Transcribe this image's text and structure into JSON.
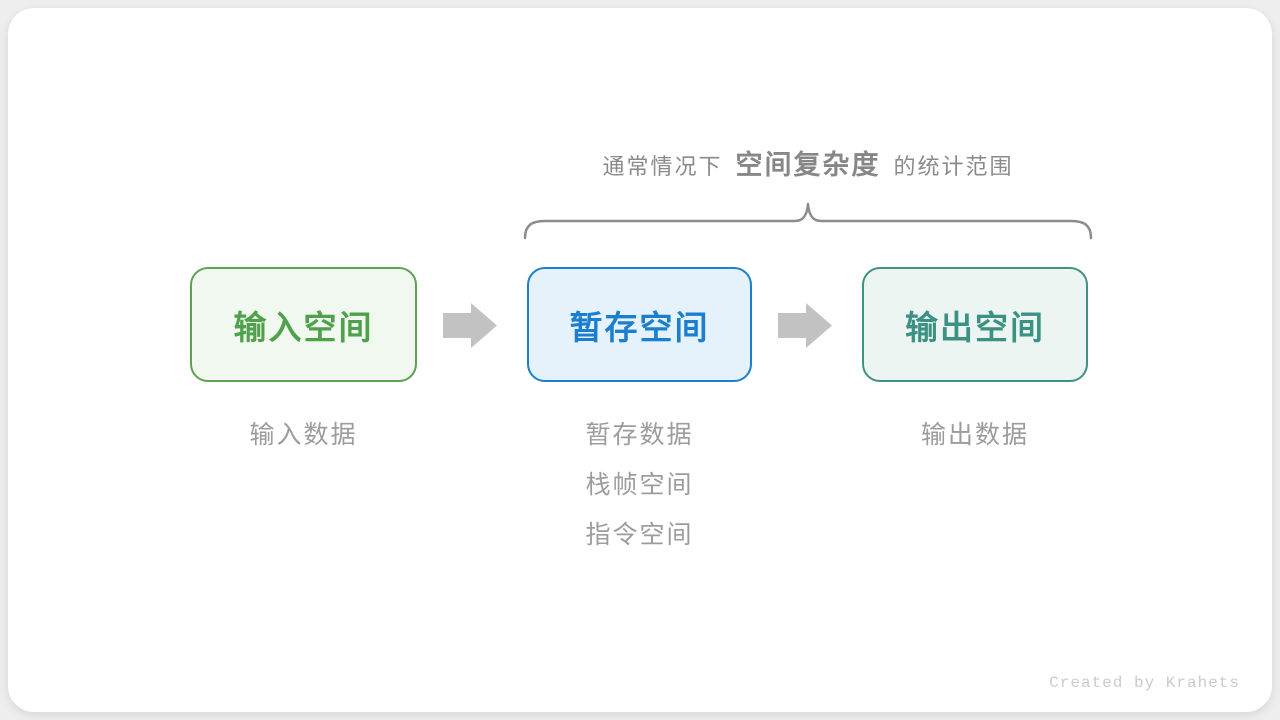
{
  "page": {
    "background_color": "#eeeeee",
    "card_color": "#ffffff"
  },
  "caption": {
    "prefix": "通常情况下",
    "highlight": "空间复杂度",
    "suffix": "的统计范围",
    "text_color": "#8a8a8a"
  },
  "brace": {
    "icon": "curly-brace-top",
    "color": "#8c8c8c",
    "spans_nodes": [
      "暂存空间",
      "输出空间"
    ]
  },
  "flow": {
    "arrow_icon": "arrow-right",
    "arrow_color": "#c2c2c2",
    "nodes": [
      {
        "label": "输入空间",
        "border_color": "#5da252",
        "fill_color": "#f1f8ef",
        "text_color": "#4fa14b",
        "sublabels": [
          "输入数据"
        ]
      },
      {
        "label": "暂存空间",
        "border_color": "#1b7fce",
        "fill_color": "#e5f1fb",
        "text_color": "#1b7fce",
        "sublabels": [
          "暂存数据",
          "栈帧空间",
          "指令空间"
        ]
      },
      {
        "label": "输出空间",
        "border_color": "#3f9181",
        "fill_color": "#ecf5f2",
        "text_color": "#3b9183",
        "sublabels": [
          "输出数据"
        ]
      }
    ]
  },
  "footer": {
    "credit": "Created by Krahets",
    "color": "#cbcbcb"
  }
}
